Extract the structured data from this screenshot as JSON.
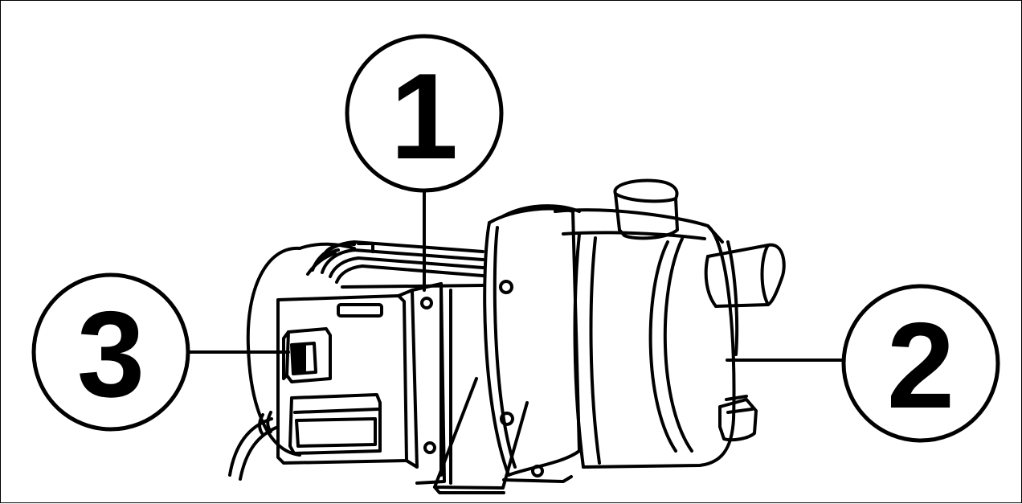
{
  "colors": {
    "ink": "#000000",
    "paper": "#ffffff"
  },
  "callouts": [
    {
      "number": "1",
      "points_to": "motor-housing"
    },
    {
      "number": "2",
      "points_to": "pump-body"
    },
    {
      "number": "3",
      "points_to": "power-switch"
    }
  ]
}
